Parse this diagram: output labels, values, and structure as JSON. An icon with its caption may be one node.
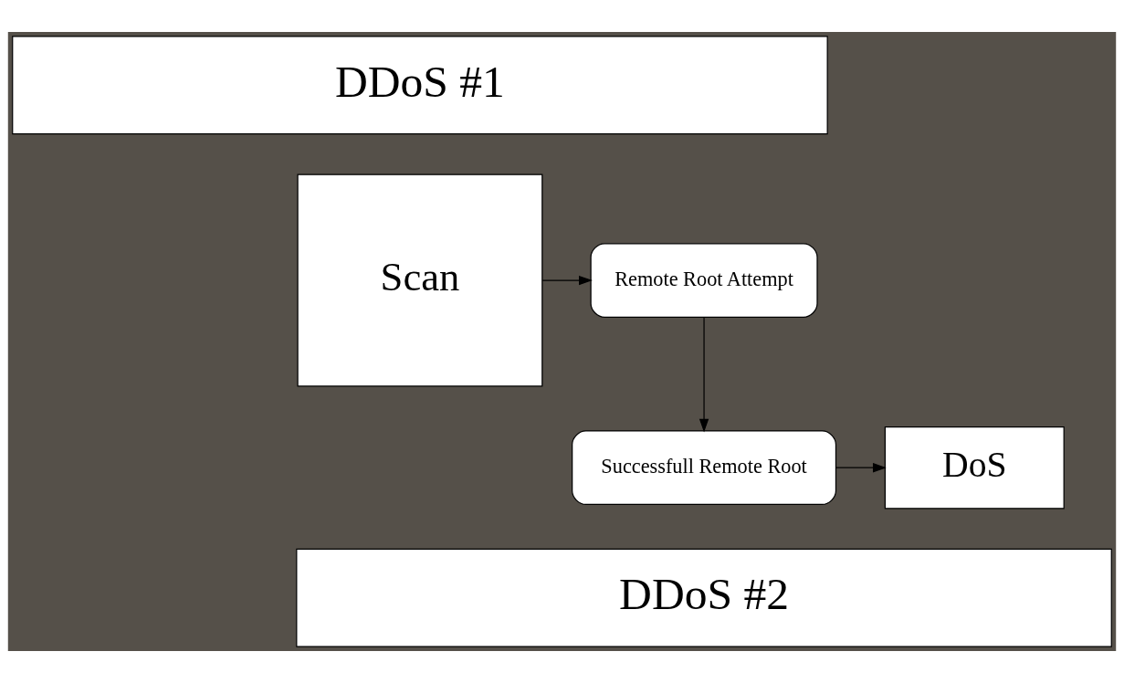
{
  "diagram": {
    "nodes": [
      {
        "text": [
          "DDoS #1"
        ]
      },
      {
        "text": [
          "Scan"
        ]
      },
      {
        "text": [
          "Remote Root Attempt"
        ]
      },
      {
        "text": [
          "DoS"
        ]
      },
      {
        "text": [
          "Successfull Remote Root"
        ]
      },
      {
        "text": [
          "DDoS #2"
        ]
      }
    ],
    "edges": [
      {
        "from": 1,
        "to": 2,
        "arrow": "to"
      },
      {
        "from": 2,
        "to": 4,
        "arrow": "to"
      },
      {
        "from": 4,
        "to": 3,
        "arrow": "to"
      }
    ]
  }
}
